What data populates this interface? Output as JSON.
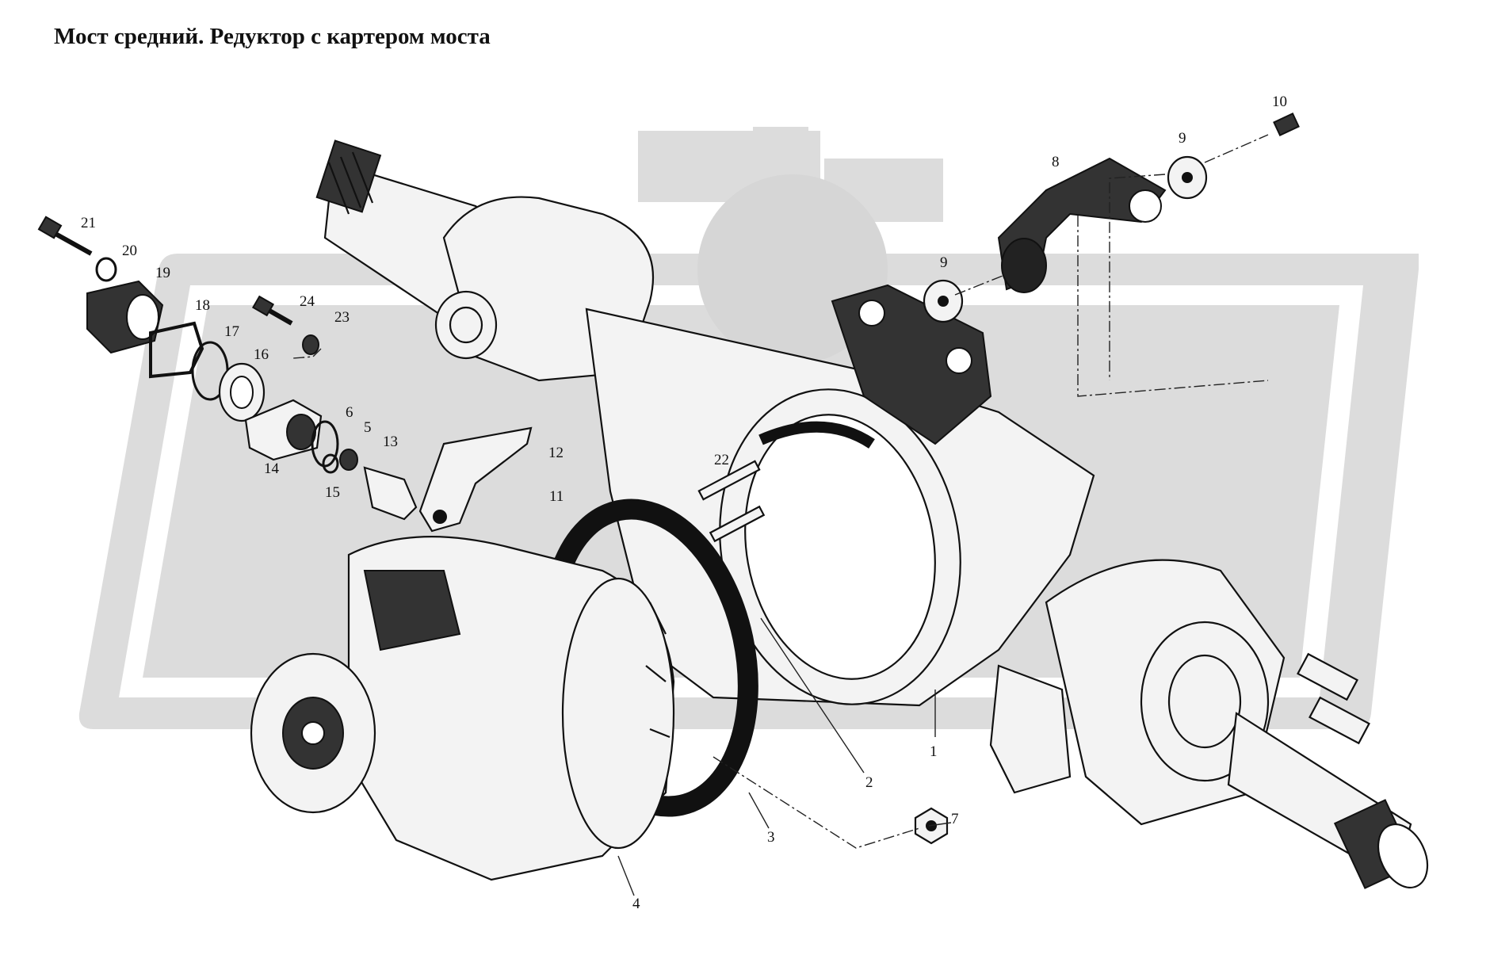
{
  "title": "Мост средний. Редуктор с картером моста",
  "callouts": {
    "c1": "1",
    "c2": "2",
    "c3": "3",
    "c4": "4",
    "c5": "5",
    "c6": "6",
    "c7": "7",
    "c8": "8",
    "c9a": "9",
    "c9b": "9",
    "c10": "10",
    "c11": "11",
    "c12": "12",
    "c13": "13",
    "c14": "14",
    "c15": "15",
    "c16": "16",
    "c17": "17",
    "c18": "18",
    "c19": "19",
    "c20": "20",
    "c21": "21",
    "c22": "22",
    "c23": "23",
    "c24": "24"
  },
  "colors": {
    "ink": "#111111",
    "watermark": "#d9d9d9",
    "background": "#ffffff"
  },
  "watermark_icon": "gear-logo-watermark"
}
